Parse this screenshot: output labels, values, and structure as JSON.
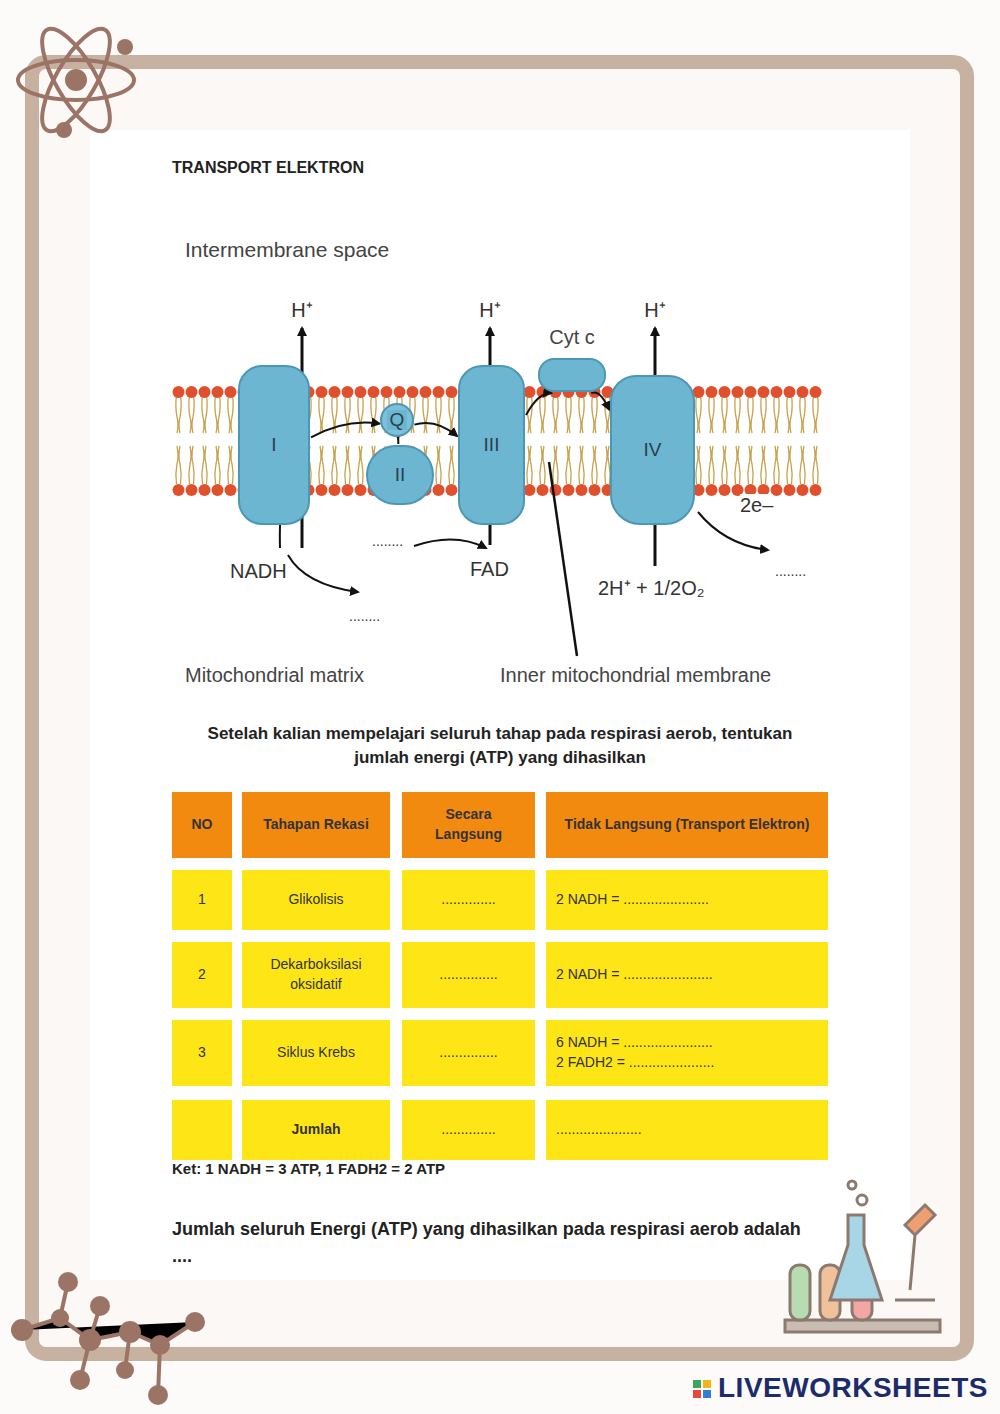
{
  "diagram": {
    "title": "TRANSPORT ELEKTRON",
    "nodes": [
      {
        "text": [
          "I"
        ]
      },
      {
        "text": [
          "Q"
        ]
      },
      {
        "text": [
          "II"
        ]
      },
      {
        "text": [
          "III"
        ]
      },
      {
        "text": [
          "Cyt c"
        ]
      },
      {
        "text": [
          "IV"
        ]
      }
    ],
    "edges": [
      {
        "from": 0,
        "to": 1,
        "arrow": "to"
      },
      {
        "from": 2,
        "to": 1,
        "arrow": "to"
      },
      {
        "from": 1,
        "to": 3,
        "arrow": "to"
      },
      {
        "from": 3,
        "to": 4,
        "arrow": "to"
      },
      {
        "from": 4,
        "to": 5,
        "arrow": "to"
      }
    ],
    "labels": [
      "Intermembrane space",
      "H⁺",
      "H⁺",
      "H⁺",
      "NADH",
      "........",
      "........",
      "FAD",
      "2e–",
      "........",
      "2H⁺ + 1/2O₂",
      "Mitochondrial matrix",
      "Inner mitochondrial membrane",
      "Setelah kalian mempelajari seluruh tahap pada respirasi aerob, tentukan jumlah energi (ATP) yang dihasilkan",
      "NO",
      "Tahapan Rekasi",
      "Secara Langsung",
      "Tidak Langsung (Transport Elektron)",
      "1",
      "Glikolisis",
      "..............",
      "2 NADH = ......................",
      "2",
      "Dekarboksilasi oksidatif",
      "...............",
      "2 NADH = .......................",
      "3",
      "Siklus Krebs",
      "...............",
      "6 NADH = .......................",
      "2 FADH2 = ......................",
      "Jumlah",
      "..............",
      "......................",
      "Ket: 1 NADH = 3 ATP, 1 FADH2 = 2 ATP",
      "Jumlah seluruh Energi (ATP) yang dihasilkan pada respirasi aerob adalah ....",
      "LIVEWORKSHEETS"
    ]
  }
}
